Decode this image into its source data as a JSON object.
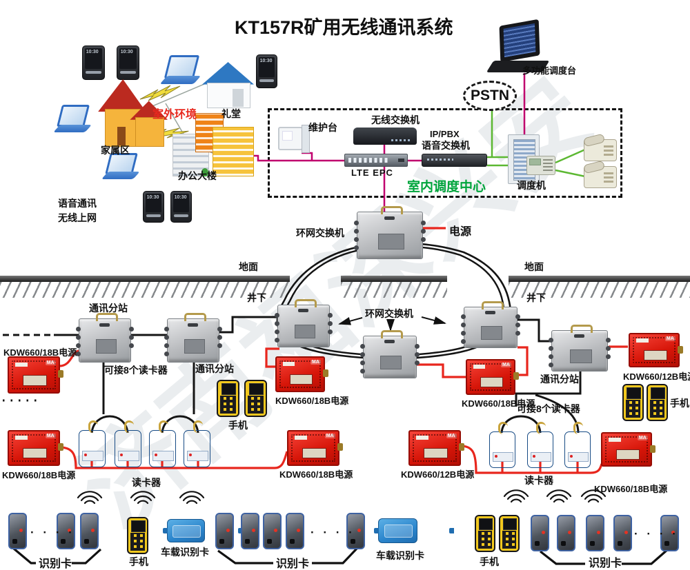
{
  "title": "KT157R矿用无线通讯系统",
  "watermark": "济南福深兴安",
  "dots": "· · · ·",
  "phone_time": "10:30",
  "ma": "MA",
  "colors": {
    "magenta_line": "#c0006e",
    "green_line": "#5cb832",
    "red_line": "#e8261d",
    "black_cable": "#141414",
    "outdoor_label": "#e8281e",
    "indoor_label": "#00a53c",
    "power_box": "#d61508",
    "reader_box": "#2b72bf"
  },
  "surface": {
    "outdoor_env": "室外环境",
    "family_area": "家属区",
    "hall": "礼堂",
    "office_building": "办公大楼",
    "voice_comm": "语音通讯",
    "wireless_internet": "无线上网",
    "dispatch_console": "多功能调度台",
    "pstn": "PSTN",
    "indoor_center": "室内调度中心",
    "maintenance_console": "维护台",
    "wireless_switch": "无线交换机",
    "lte_epc": "LTE EPC",
    "ip_pbx": "IP/PBX",
    "voice_switch": "语音交换机",
    "dispatcher": "调度机",
    "ring_switch": "环网交换机",
    "power": "电源",
    "ground": "地面",
    "underground": "井下"
  },
  "mine": {
    "substation": "通讯分站",
    "ring_switch": "环网交换机",
    "connect8": "可接8个读卡器",
    "power18b": "KDW660/18B电源",
    "power12b": "KDW660/12B电源",
    "reader": "读卡器",
    "phone": "手机",
    "id_card": "识别卡",
    "vehicle_id_card": "车载识别卡"
  }
}
